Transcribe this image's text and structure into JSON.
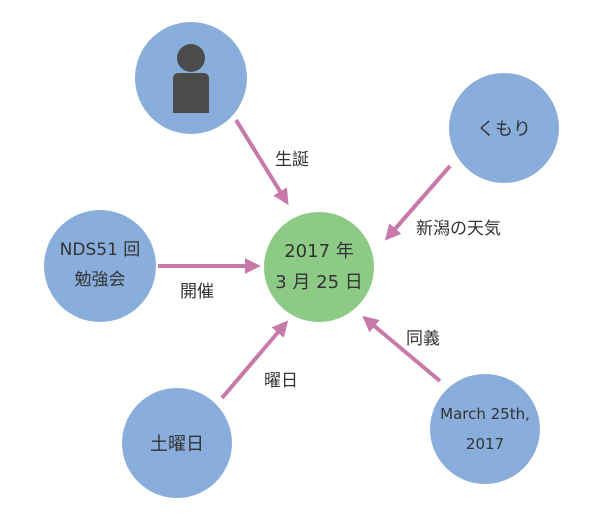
{
  "center": {
    "line1": "2017 年",
    "line2": "3 月 25 日"
  },
  "nodes": {
    "person": {
      "icon": "person-icon"
    },
    "weather": {
      "label": "くもり"
    },
    "event": {
      "line1": "NDS51 回",
      "line2": "勉強会"
    },
    "weekday": {
      "label": "土曜日"
    },
    "english_date": {
      "line1": "March 25th,",
      "line2": "2017"
    }
  },
  "edges": {
    "birth": "生誕",
    "weather": "新潟の天気",
    "event": "開催",
    "weekday": "曜日",
    "synonym": "同義"
  },
  "colors": {
    "node_blue": "#89aedc",
    "center_green": "#8cca86",
    "arrow": "#c77aa9",
    "person_icon": "#4b4b4b"
  }
}
